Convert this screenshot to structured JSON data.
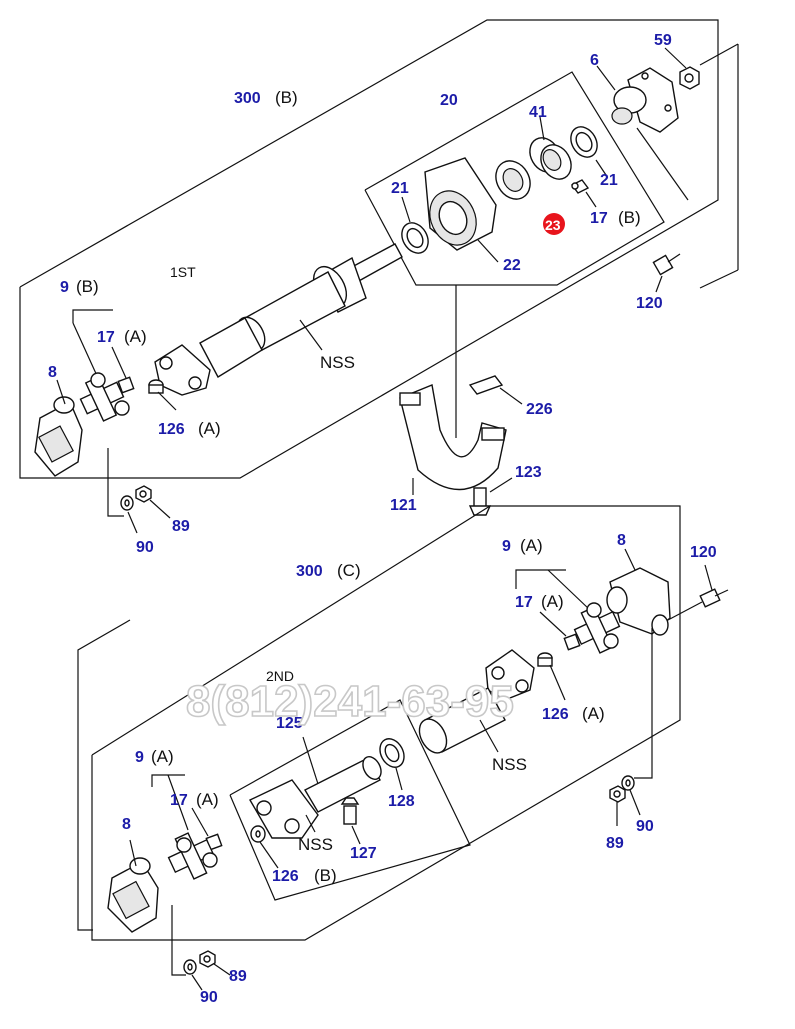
{
  "labels": {
    "p59": "59",
    "p6": "6",
    "p300b": "300",
    "p300b_suffix": "(B)",
    "p20": "20",
    "p41": "41",
    "p21a": "21",
    "p21b": "21",
    "p22": "22",
    "p23": "23",
    "p17b": "17",
    "p17b_suffix": "(B)",
    "p120a": "120",
    "p9b": "9",
    "p9b_suffix": "(B)",
    "p17a1": "17",
    "p17a1_suffix": "(A)",
    "p8a": "8",
    "p126a": "126",
    "p126a_suffix": "(A)",
    "p226": "226",
    "p123": "123",
    "p121": "121",
    "p89a": "89",
    "p90a": "90",
    "first": "1ST",
    "nss1": "NSS",
    "p9a1": "9",
    "p9a1_suffix": "(A)",
    "p8b": "8",
    "p120b": "120",
    "p300c": "300",
    "p300c_suffix": "(C)",
    "p17a2": "17",
    "p17a2_suffix": "(A)",
    "second": "2ND",
    "p126a2": "126",
    "p126a2_suffix": "(A)",
    "p125": "125",
    "nss2": "NSS",
    "p128": "128",
    "p89b": "89",
    "p90b": "90",
    "p9a2": "9",
    "p9a2_suffix": "(A)",
    "p17a3": "17",
    "p17a3_suffix": "(A)",
    "p8c": "8",
    "nss3": "NSS",
    "p127": "127",
    "p126b": "126",
    "p126b_suffix": "(B)",
    "p89c": "89",
    "p90c": "90"
  },
  "watermark": "8(812)241-63-95",
  "highlight_color": "#e8141c",
  "number_color": "#1c1ca8"
}
